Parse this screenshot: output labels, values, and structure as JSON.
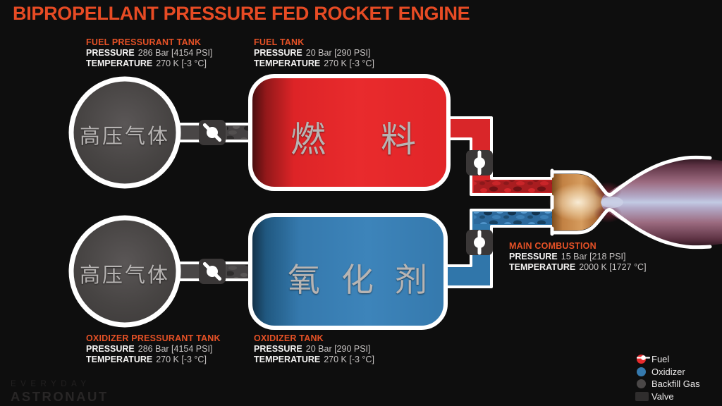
{
  "title": "BIPROPELLANT PRESSURE FED ROCKET ENGINE",
  "colors": {
    "background": "#0e0e0e",
    "accent_orange": "#e74b24",
    "fuel_red": "#e62a2c",
    "oxidizer_blue": "#3579ad",
    "backfill_gray": "#4a4747"
  },
  "field_labels": {
    "pressure": "PRESSURE",
    "temperature": "TEMPERATURE"
  },
  "info_blocks": {
    "fuel_pressurant_tank": {
      "title": "FUEL PRESSURANT TANK",
      "pressure": "286 Bar [4154 PSI]",
      "temperature": "270 K [-3 °C]"
    },
    "fuel_tank": {
      "title": "FUEL TANK",
      "pressure": "20 Bar [290 PSI]",
      "temperature": "270 K [-3 °C]"
    },
    "oxidizer_pressurant_tank": {
      "title": "OXIDIZER PRESSURANT TANK",
      "pressure": "286 Bar [4154 PSI]",
      "temperature": "270 K [-3 °C]"
    },
    "oxidizer_tank": {
      "title": "OXIDIZER TANK",
      "pressure": "20 Bar [290 PSI]",
      "temperature": "270 K [-3 °C]"
    },
    "main_combustion": {
      "title": "MAIN COMBUSTION",
      "pressure": "15 Bar [218 PSI]",
      "temperature": "2000 K [1727 °C]"
    }
  },
  "tank_labels": {
    "fuel_pressurant": "高压气体",
    "oxidizer_pressurant": "高压气体",
    "fuel": "燃料",
    "oxidizer": "氧化剂"
  },
  "legend": {
    "items": [
      {
        "label": "Fuel",
        "color": "#e62a2c"
      },
      {
        "label": "Oxidizer",
        "color": "#3579ad"
      },
      {
        "label": "Backfill Gas",
        "color": "#4a4747"
      },
      {
        "label": "Valve",
        "color": "#2f2d2d"
      }
    ]
  },
  "logo": {
    "line1": "EVERYDAY",
    "line2": "ASTRONAUT"
  }
}
